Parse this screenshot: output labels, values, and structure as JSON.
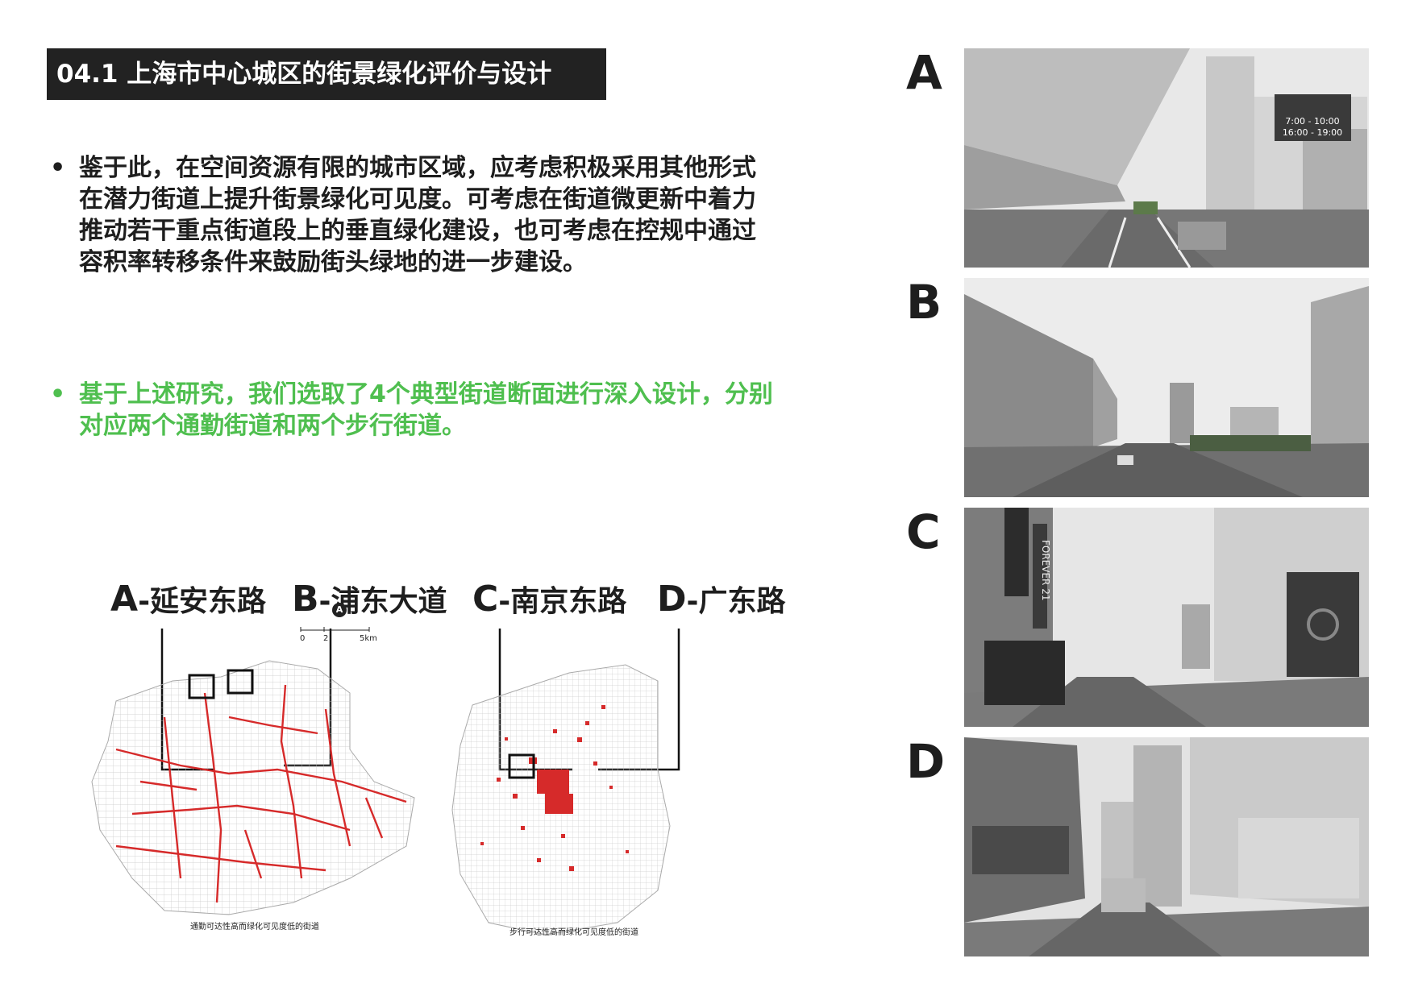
{
  "header": {
    "title": "04.1  上海市中心城区的街景绿化评价与设计"
  },
  "bullets": [
    {
      "marker": "•",
      "text": "鉴于此，在空间资源有限的城市区域，应考虑积极采用其他形式在潜力街道上提升街景绿化可见度。可考虑在街道微更新中着力推动若干重点街道段上的垂直绿化建设，也可考虑在控规中通过容积率转移条件来鼓励街头绿地的进一步建设。",
      "color": "#1e1e1e"
    },
    {
      "marker": "•",
      "text": "基于上述研究，我们选取了4个典型街道断面进行深入设计，分别对应两个通勤街道和两个步行街道。",
      "color": "#4fbf4f"
    }
  ],
  "roads": [
    {
      "letter": "A",
      "name": "-延安东路"
    },
    {
      "letter": "B",
      "name": "-浦东大道"
    },
    {
      "letter": "C",
      "name": "-南京东路"
    },
    {
      "letter": "D",
      "name": "-广东路"
    }
  ],
  "maps": {
    "left_caption": "通勤可达性高而绿化可见度低的街道",
    "right_caption": "步行可达性高而绿化可见度低的街道",
    "scale": {
      "labels": [
        "0",
        "2",
        "5km"
      ]
    },
    "north_symbol": "A",
    "highlight_color": "#d62a2a"
  },
  "photos": [
    {
      "letter": "A",
      "sign_line1": "7:00 - 10:00",
      "sign_line2": "16:00 - 19:00"
    },
    {
      "letter": "B"
    },
    {
      "letter": "C",
      "storefront": "FOREVER 21"
    },
    {
      "letter": "D"
    }
  ]
}
